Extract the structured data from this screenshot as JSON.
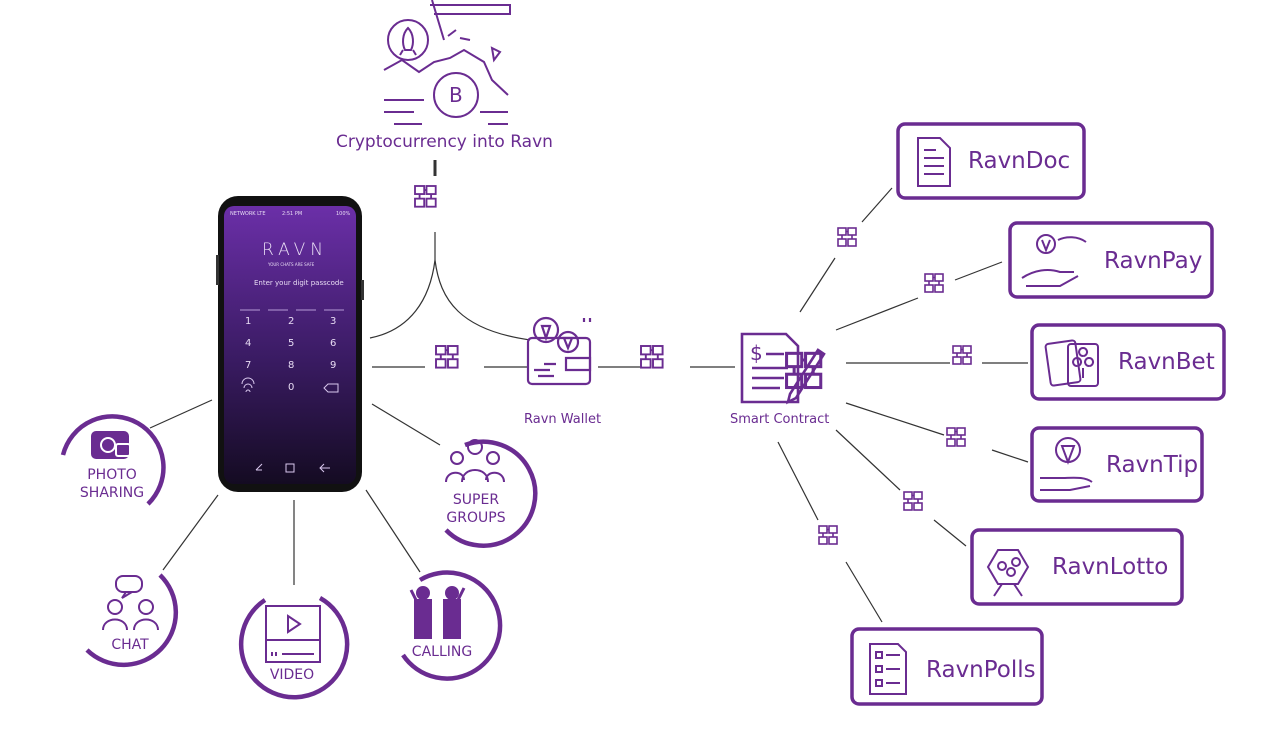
{
  "colors": {
    "brand": "#6a2c91",
    "line": "#333333",
    "phone_screen_top": "#6b2fa8",
    "phone_screen_bottom": "#1a0f2e"
  },
  "top": {
    "label": "Cryptocurrency into Ravn",
    "icon": "mining-rocket-bitcoin-icon"
  },
  "wallet": {
    "label": "Ravn Wallet",
    "icon": "wallet-icon"
  },
  "contract": {
    "label": "Smart Contract",
    "icon": "contract-document-icon"
  },
  "phone": {
    "brand": "RAVN",
    "tagline": "YOUR CHATS ARE SAFE",
    "prompt": "Enter your digit passcode",
    "status_left": "NETWORK LTE",
    "status_time": "2:51 PM",
    "status_right": "100%",
    "keys": [
      "1",
      "2",
      "3",
      "4",
      "5",
      "6",
      "7",
      "8",
      "9",
      "0"
    ]
  },
  "features": {
    "photo": "PHOTO SHARING",
    "super": "SUPER GROUPS",
    "chat": "CHAT",
    "video": "VIDEO",
    "calling": "CALLING"
  },
  "apps": {
    "doc": "RavnDoc",
    "pay": "RavnPay",
    "bet": "RavnBet",
    "tip": "RavnTip",
    "lotto": "RavnLotto",
    "polls": "RavnPolls"
  }
}
